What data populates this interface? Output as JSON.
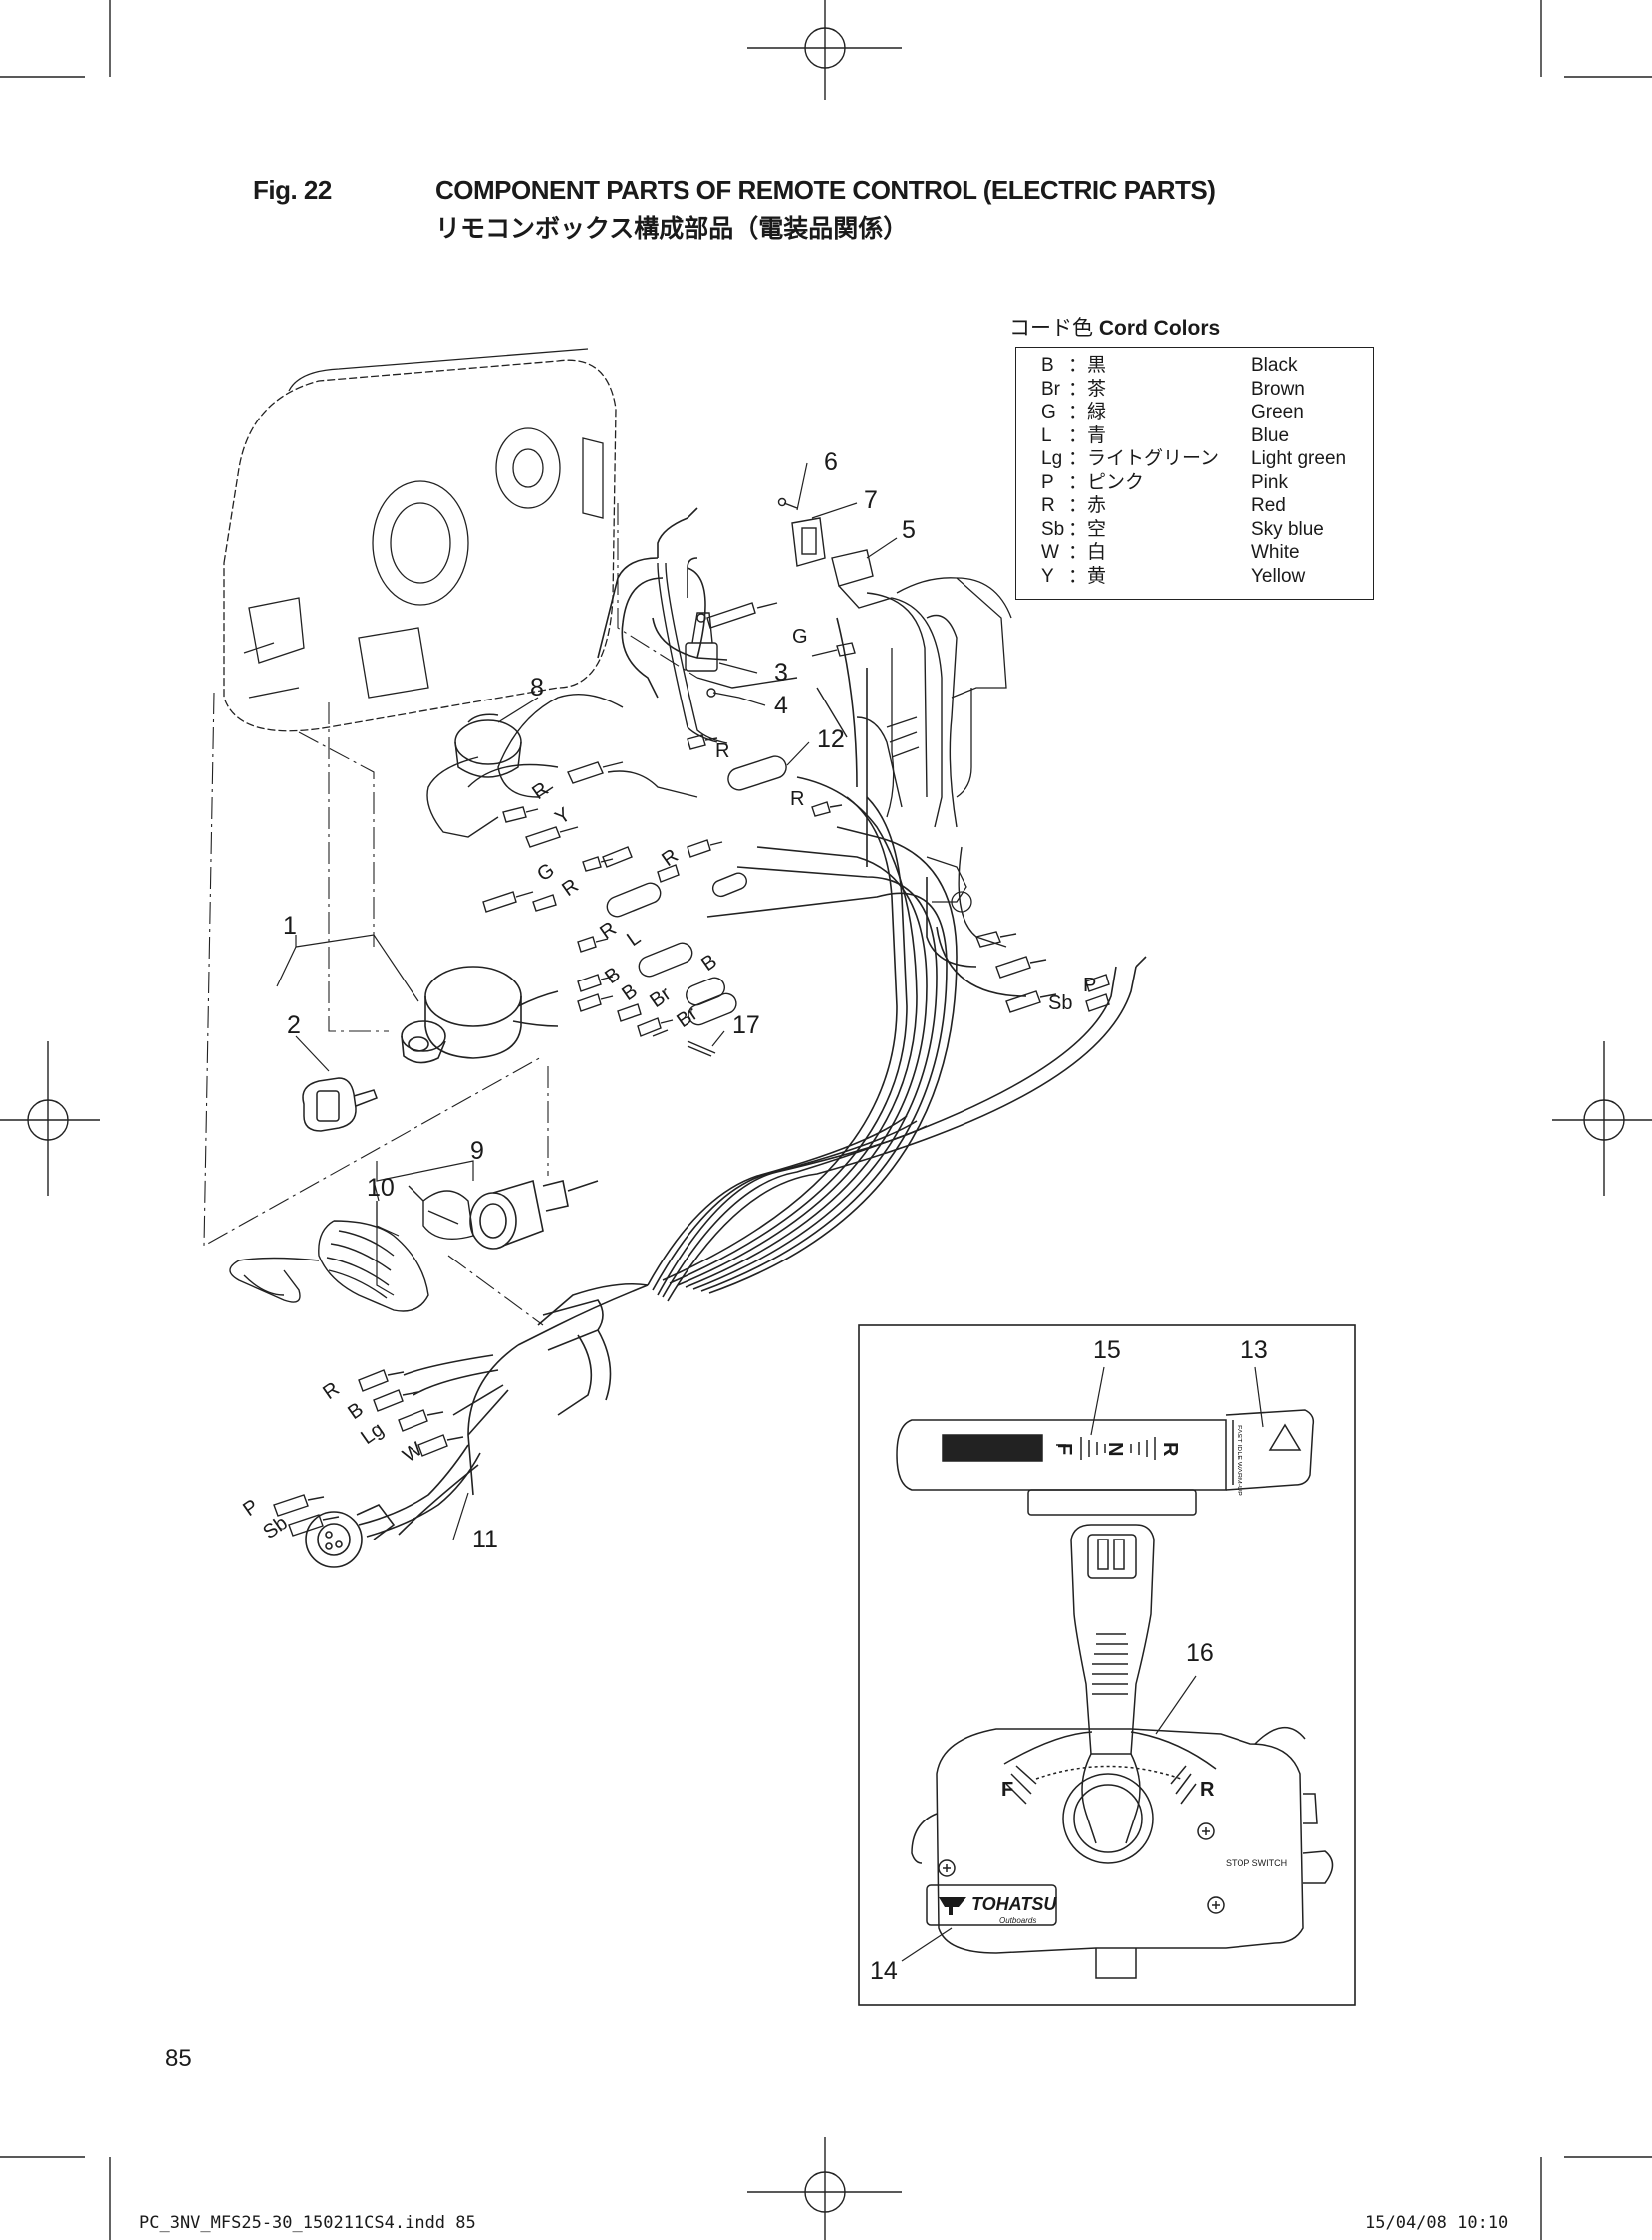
{
  "header": {
    "fig_no": "Fig. 22",
    "title_en": "COMPONENT PARTS OF REMOTE CONTROL (ELECTRIC PARTS)",
    "title_ja": "リモコンボックス構成部品（電装品関係）"
  },
  "legend": {
    "heading_ja": "コード色",
    "heading_en": "Cord Colors",
    "rows": [
      {
        "code": "B",
        "ja": "：黒",
        "en": "Black"
      },
      {
        "code": "Br",
        "ja": "：茶",
        "en": "Brown"
      },
      {
        "code": "G",
        "ja": "：緑",
        "en": "Green"
      },
      {
        "code": "L",
        "ja": "：青",
        "en": "Blue"
      },
      {
        "code": "Lg",
        "ja": "：ライトグリーン",
        "en": "Light green"
      },
      {
        "code": "P",
        "ja": "：ピンク",
        "en": "Pink"
      },
      {
        "code": "R",
        "ja": "：赤",
        "en": "Red"
      },
      {
        "code": "Sb",
        "ja": "：空",
        "en": "Sky blue"
      },
      {
        "code": "W",
        "ja": "：白",
        "en": "White"
      },
      {
        "code": "Y",
        "ja": "：黄",
        "en": "Yellow"
      }
    ]
  },
  "callouts": {
    "n1": "1",
    "n2": "2",
    "n3": "3",
    "n4": "4",
    "n5": "5",
    "n6": "6",
    "n7": "7",
    "n8": "8",
    "n9": "9",
    "n10": "10",
    "n11": "11",
    "n12": "12",
    "n13": "13",
    "n14": "14",
    "n15": "15",
    "n16": "16",
    "n17": "17"
  },
  "wire_labels": {
    "g_top": "G",
    "r_top": "R",
    "r_mid": "R",
    "r_left": "R",
    "y_left": "Y",
    "g_mid": "G",
    "r_mid2": "R",
    "r_mid3": "R",
    "r_lower": "R",
    "l_lower": "L",
    "b_lower": "B",
    "b1": "B",
    "b2": "B",
    "br1": "Br",
    "br2": "Br",
    "p_right": "P",
    "sb_right": "Sb",
    "r_bottom": "R",
    "b_bottom": "B",
    "lg_bottom": "Lg",
    "w_bottom": "W",
    "p_bottom": "P",
    "sb_bottom": "Sb"
  },
  "inset": {
    "f": "F",
    "n": "N",
    "r": "R",
    "grip_f": "F",
    "grip_r": "R",
    "stop_switch": "STOP SWITCH",
    "logo": "TOHATSU",
    "logo_sub": "Outboards",
    "warmup": "FAST IDLE WARM-UP"
  },
  "page_number": "85",
  "footer": {
    "file": "PC_3NV_MFS25-30_150211CS4.indd   85",
    "date": "15/04/08   10:10"
  }
}
